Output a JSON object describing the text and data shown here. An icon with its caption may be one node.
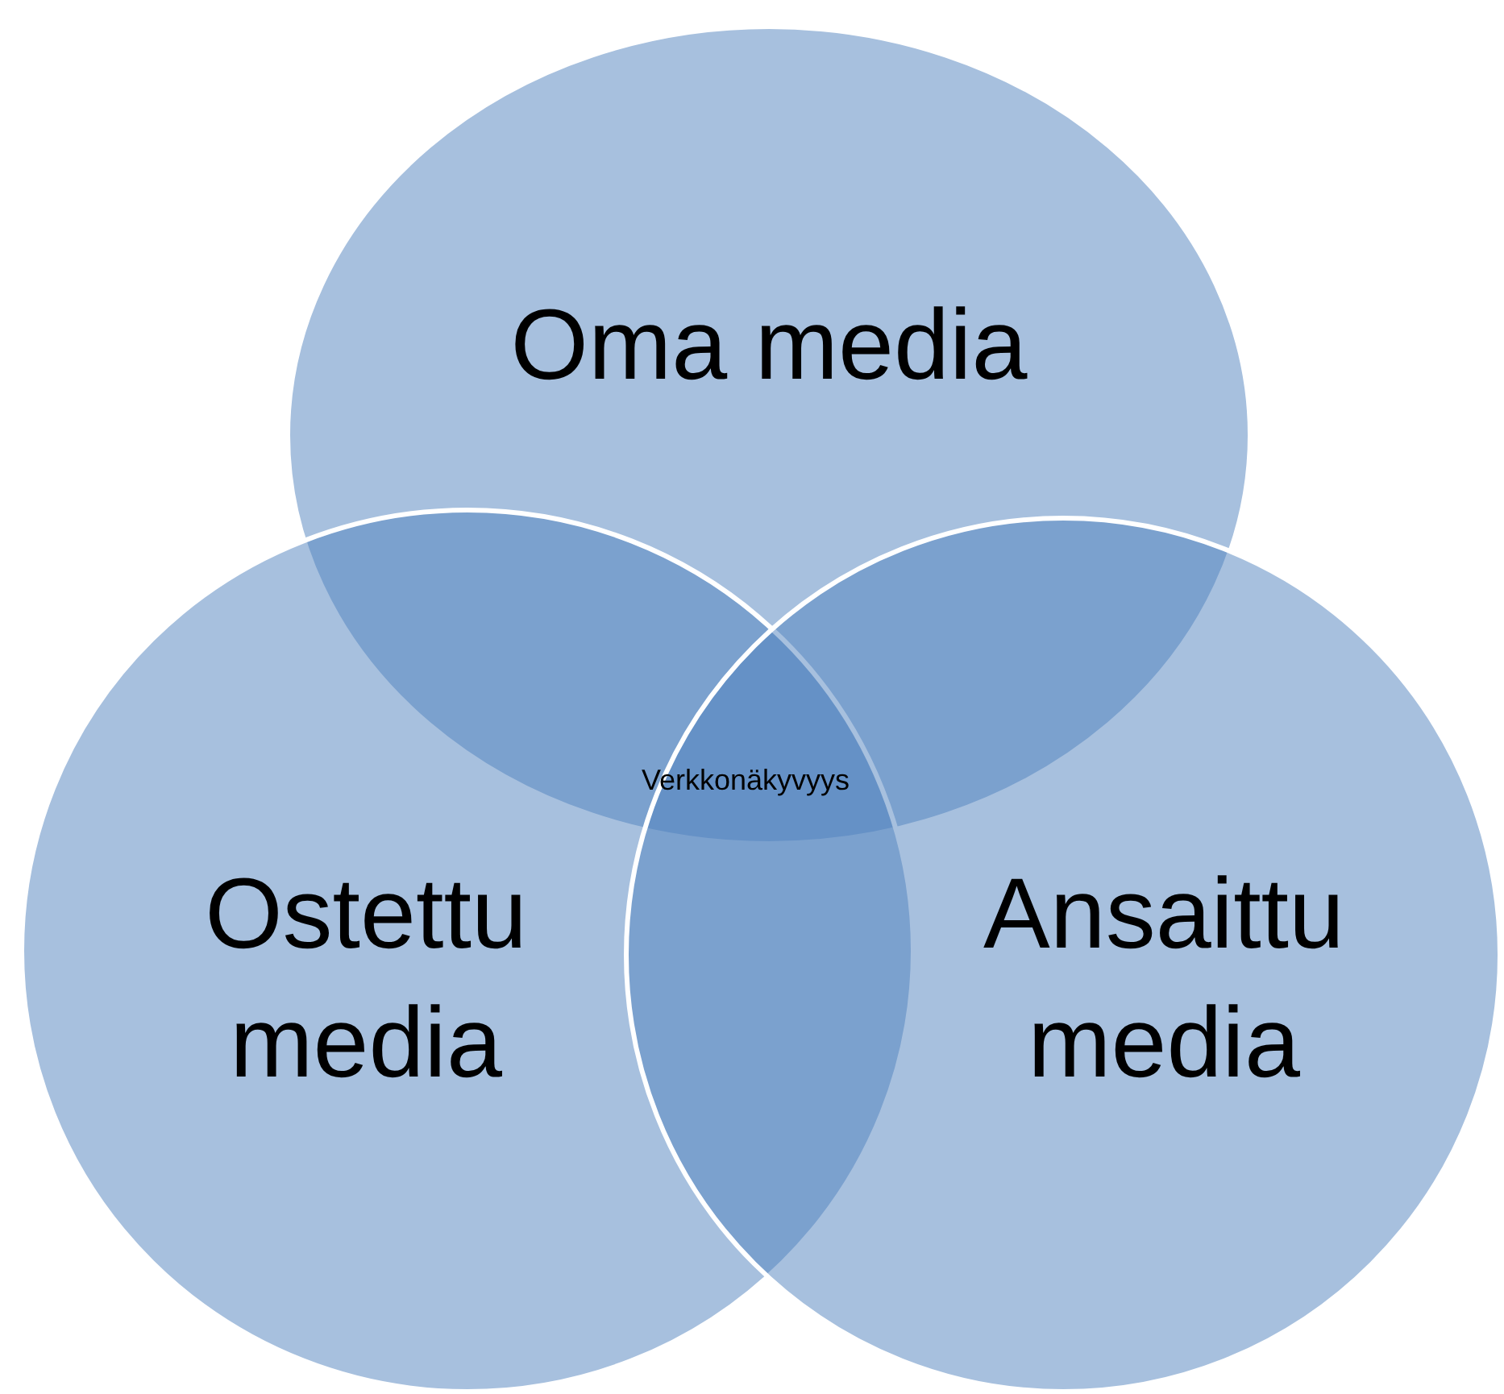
{
  "diagram": {
    "nodes": [
      {
        "text": [
          "Oma media"
        ]
      },
      {
        "text": [
          "Ostettu media"
        ]
      },
      {
        "text": [
          "Ansaittu media"
        ]
      }
    ],
    "labels": [
      "Verkkonäkyvyys"
    ]
  }
}
